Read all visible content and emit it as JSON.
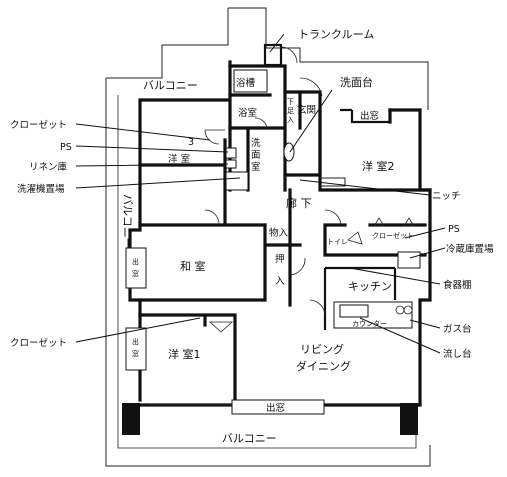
{
  "rooms": {
    "balcony_top": "バルコニー",
    "balcony_left": "バルコニー",
    "balcony_bottom": "バルコニー",
    "bathtub": "浴槽",
    "bathroom": "浴室",
    "washroom": "洗面室",
    "sink_under_storage": "下足入",
    "entrance": "玄関",
    "western_room_2": "洋 室2",
    "western_room_3": "洋 室",
    "room_3_number": "3",
    "hallway": "廊 下",
    "storage": "物入",
    "closet_small": "押入",
    "japanese_room": "和 室",
    "toilet": "トイレ",
    "closet_by_toilet": "クローゼット",
    "kitchen": "キッチン",
    "western_room_1": "洋 室1",
    "living_dining": "リビング\nダイニング",
    "counter": "カウンター",
    "bay_window_top": "出窓",
    "bay_window_left": "出窓",
    "bay_window_bottom_left": "出窓",
    "bay_window_bottom": "出窓"
  },
  "callouts": {
    "trunk_room": "トランクルーム",
    "wash_basin": "洗面台",
    "closet_1": "クローゼット",
    "ps_1": "PS",
    "linen": "リネン庫",
    "washer_area": "洗濯機置場",
    "niche": "ニッチ",
    "ps_2": "PS",
    "fridge_area": "冷蔵庫置場",
    "dish_shelf": "食器棚",
    "gas_stove": "ガス台",
    "sink": "流し台",
    "closet_2": "クローゼット"
  }
}
